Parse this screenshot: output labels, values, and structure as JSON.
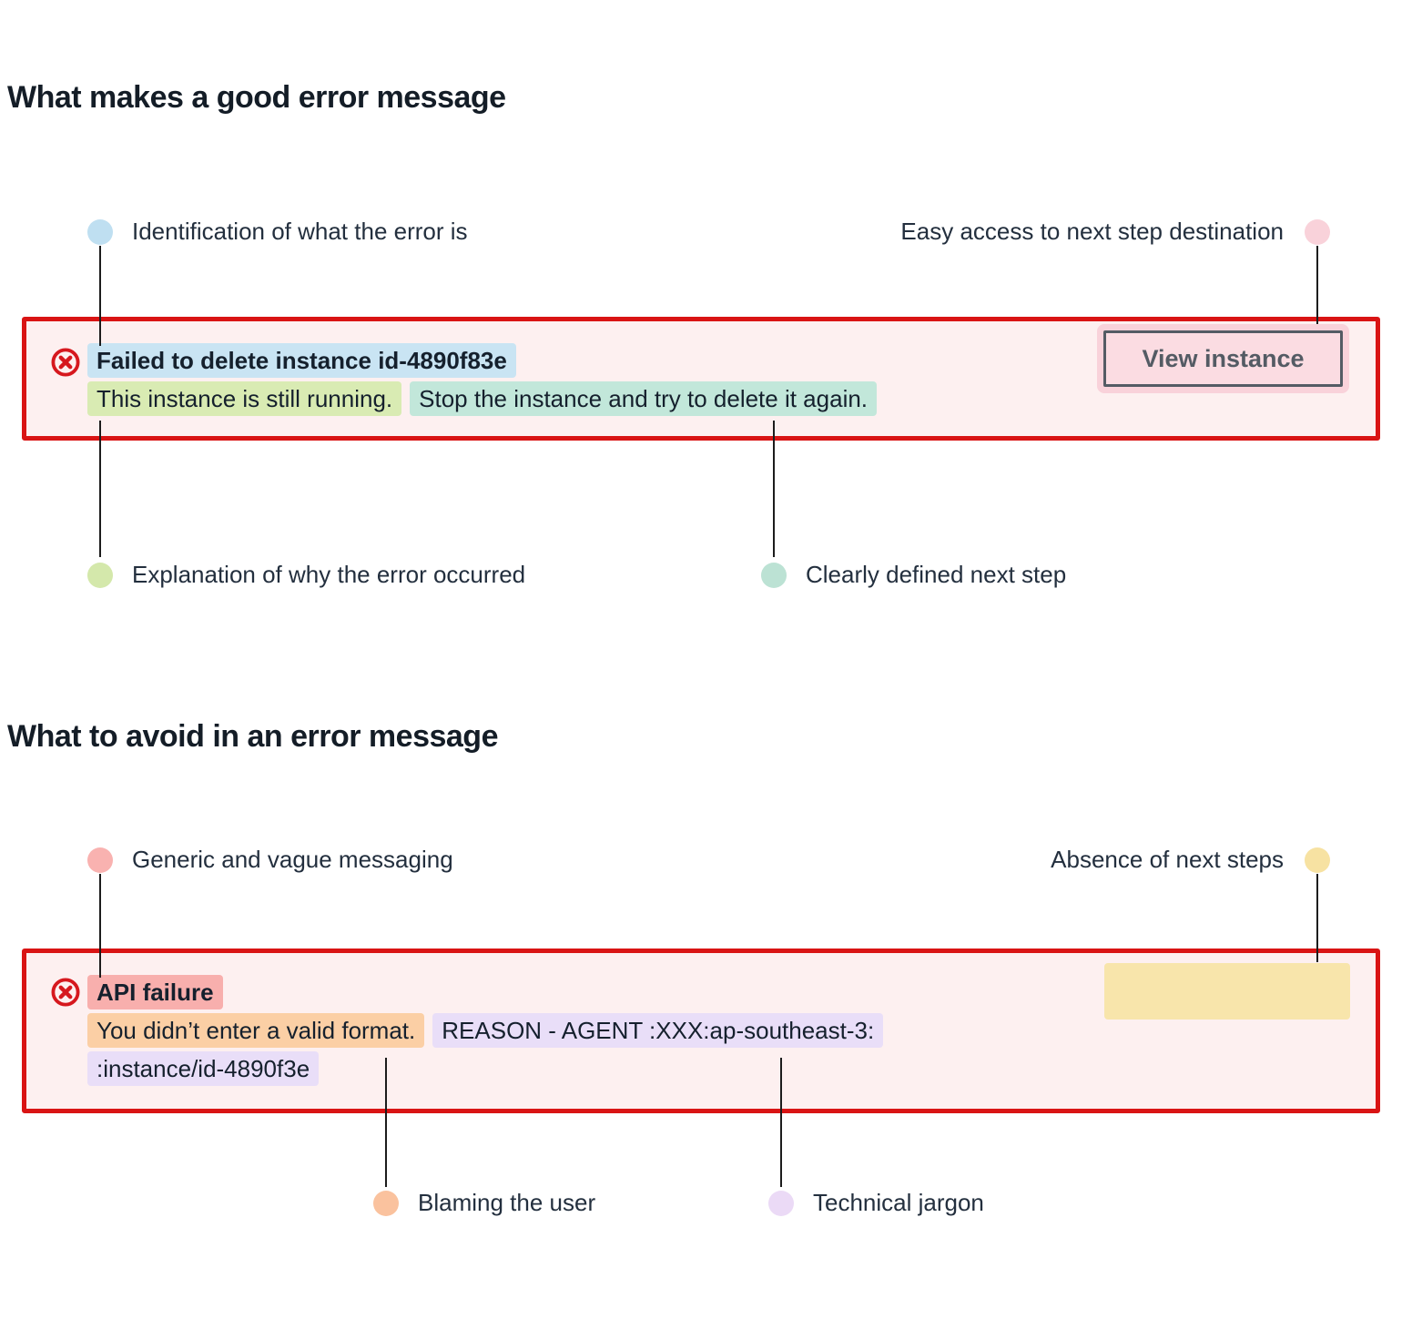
{
  "colors": {
    "alert_border": "#d91414",
    "alert_bg": "#fdf0f0",
    "connector_line": "#1c1c1c",
    "heading_text": "#141d27",
    "body_text": "#232f3e",
    "error_icon": "#d6181e",
    "button_border_text": "#545b64"
  },
  "good_section": {
    "heading": "What makes a good error message",
    "callouts": {
      "identification": {
        "label": "Identification of what the error is",
        "color": "#bfdff1"
      },
      "destination": {
        "label": "Easy access to next step destination",
        "color": "#f9d2da"
      },
      "explanation": {
        "label": "Explanation of why the error occurred",
        "color": "#d4e8ab"
      },
      "next_step": {
        "label": "Clearly defined next step",
        "color": "#bce2d4"
      }
    },
    "alert": {
      "icon": "error-circle-x-icon",
      "title": {
        "text": "Failed to delete instance id-4890f83e",
        "highlight": "#c9e4f3"
      },
      "reason": {
        "text": "This instance is still running.",
        "highlight": "#d9ebb3"
      },
      "action": {
        "text": "Stop the instance and try to delete it again.",
        "highlight": "#c2e7da"
      },
      "button": {
        "label": "View instance",
        "highlight": "#f9d2da",
        "bg": "#fbdce2"
      }
    }
  },
  "avoid_section": {
    "heading": "What to avoid in an error message",
    "callouts": {
      "generic": {
        "label": "Generic and vague messaging",
        "color": "#f9b2b0"
      },
      "absence": {
        "label": "Absence of next steps",
        "color": "#f7e2a2"
      },
      "blaming": {
        "label": "Blaming the user",
        "color": "#fac29e"
      },
      "jargon": {
        "label": "Technical jargon",
        "color": "#ebdaf6"
      }
    },
    "alert": {
      "icon": "error-circle-x-icon",
      "title": {
        "text": "API failure",
        "highlight": "#f8afad"
      },
      "reason": {
        "text": "You didn’t enter a valid format.",
        "highlight": "#fbcfa5"
      },
      "jargon_line1": {
        "text": "REASON - AGENT :XXX:ap-southeast-3:",
        "highlight": "#e9def8"
      },
      "jargon_line2": {
        "text": ":instance/id-4890f3e",
        "highlight": "#e9def8"
      },
      "missing_action": {
        "color": "#f8e5ab"
      }
    }
  }
}
